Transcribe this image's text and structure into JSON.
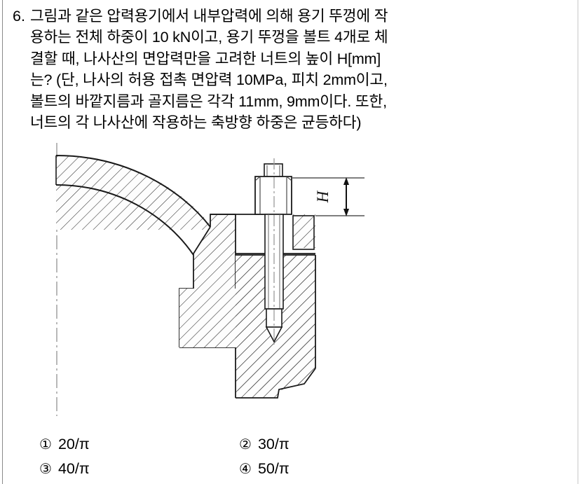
{
  "question": {
    "number": "6.",
    "lines": [
      "그림과 같은 압력용기에서 내부압력에 의해 용기 뚜껑에 작",
      "용하는 전체 하중이 10 kN이고, 용기 뚜껑을 볼트 4개로 체",
      "결할 때, 나사산의 면압력만을 고려한 너트의 높이 H[mm]",
      "는? (단, 나사의 허용 접촉 면압력 10MPa, 피치 2mm이고,",
      "볼트의 바깥지름과 골지름은 각각 11mm, 9mm이다. 또한,",
      "너트의 각 나사산에 작용하는 축방향 하중은 균등하다)"
    ]
  },
  "figure": {
    "caption_label": "H",
    "description": "pressure vessel flange cross-section with bolt and nut",
    "line_color": "#1a1a1a",
    "hatch_color": "#2b2b2b",
    "centerline_color": "#9a9a9a",
    "dimension_color": "#555555"
  },
  "options": [
    {
      "mark": "①",
      "text": "20/π"
    },
    {
      "mark": "②",
      "text": "30/π"
    },
    {
      "mark": "③",
      "text": "40/π"
    },
    {
      "mark": "④",
      "text": "50/π"
    }
  ]
}
